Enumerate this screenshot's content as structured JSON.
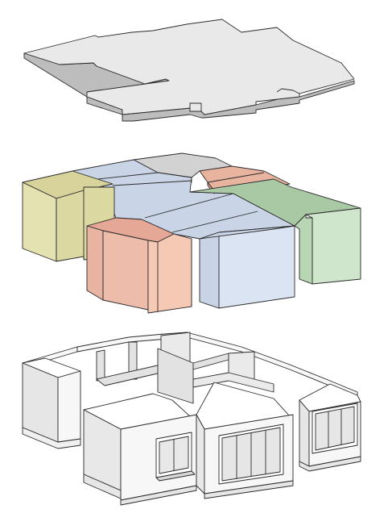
{
  "figure": {
    "layers": [
      {
        "id": "floor-slab",
        "kind": "slab"
      },
      {
        "id": "room-volumes",
        "kind": "zones",
        "zones": [
          {
            "id": "room-a",
            "color": "#e5e2b2"
          },
          {
            "id": "room-b",
            "color": "#f3c2b0"
          },
          {
            "id": "room-c",
            "color": "#d8e2f2"
          },
          {
            "id": "room-d",
            "color": "#cfe6cc"
          },
          {
            "id": "room-e",
            "color": "#ecbba7"
          },
          {
            "id": "room-f",
            "color": "#c9c9c9"
          }
        ]
      },
      {
        "id": "wall-model",
        "kind": "walls"
      }
    ],
    "colors": {
      "line": "#2b2b2b",
      "slab_top": "#e9e9e9",
      "slab_edge": "#bdbdbd",
      "wall_face": "#f7f7f7",
      "wall_shade": "#dcdcdc",
      "glass": "#e8e8e8"
    }
  }
}
